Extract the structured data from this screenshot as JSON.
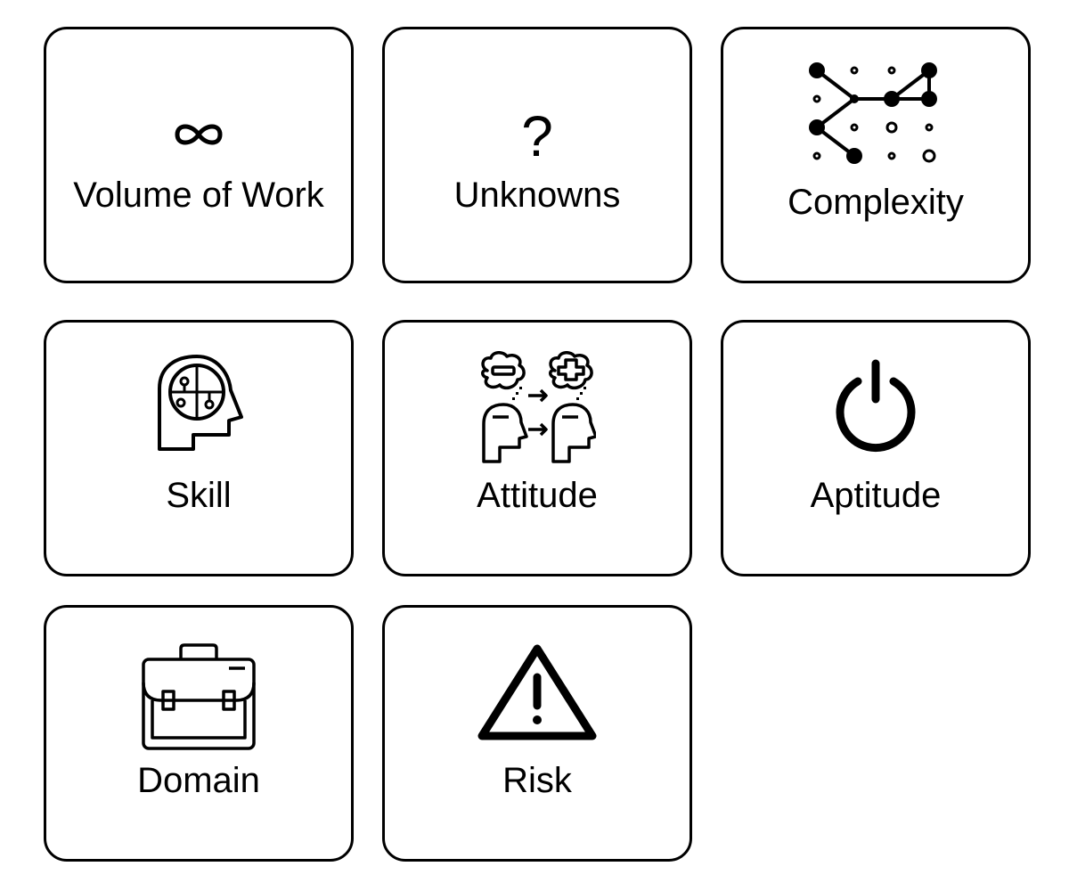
{
  "cards": [
    {
      "label": "Volume of Work",
      "icon": "infinity-icon",
      "glyph": "∞"
    },
    {
      "label": "Unknowns",
      "icon": "question-mark-icon",
      "glyph": "?"
    },
    {
      "label": "Complexity",
      "icon": "network-graph-icon"
    },
    {
      "label": "Skill",
      "icon": "brain-head-icon"
    },
    {
      "label": "Attitude",
      "icon": "attitude-change-icon"
    },
    {
      "label": "Aptitude",
      "icon": "power-icon"
    },
    {
      "label": "Domain",
      "icon": "briefcase-icon"
    },
    {
      "label": "Risk",
      "icon": "warning-triangle-icon"
    }
  ]
}
